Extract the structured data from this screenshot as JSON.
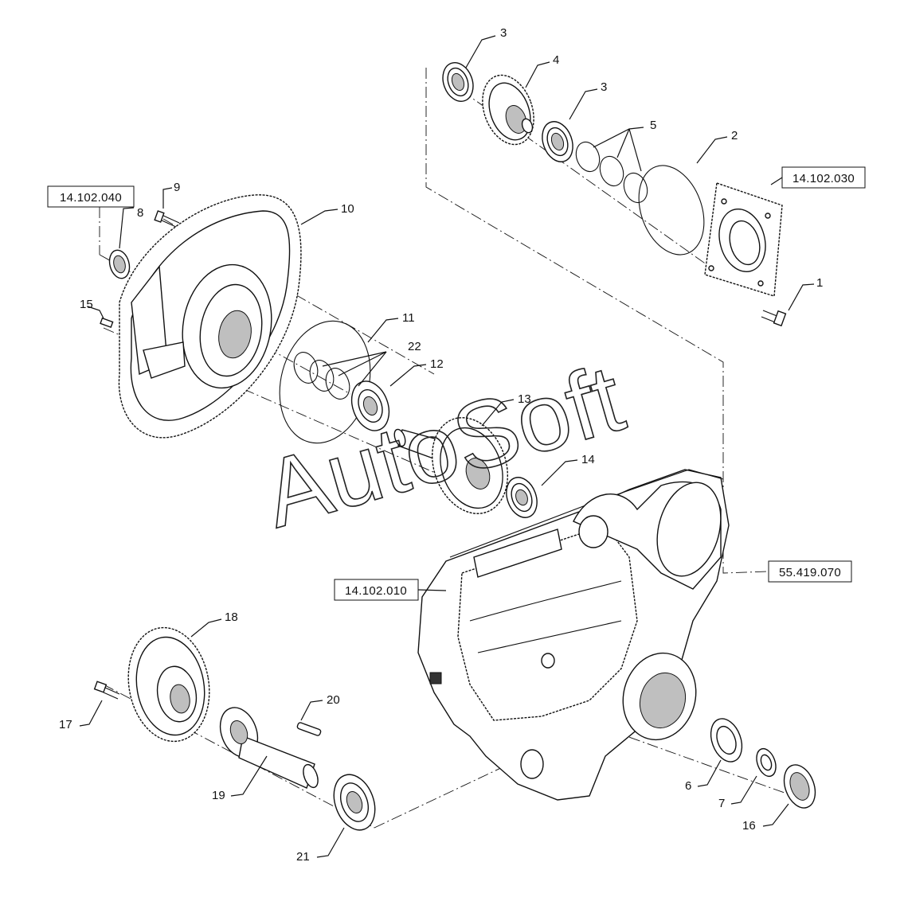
{
  "watermark": "AutoSoft",
  "references": {
    "r_040": "14.102.040",
    "r_030": "14.102.030",
    "r_010": "14.102.010",
    "r_070": "55.419.070"
  },
  "callouts": {
    "c1": "1",
    "c2": "2",
    "c3a": "3",
    "c3b": "3",
    "c4": "4",
    "c5": "5",
    "c6": "6",
    "c7": "7",
    "c8": "8",
    "c9": "9",
    "c10": "10",
    "c11": "11",
    "c12": "12",
    "c13": "13",
    "c14": "14",
    "c15": "15",
    "c16": "16",
    "c17": "17",
    "c18": "18",
    "c19": "19",
    "c20": "20",
    "c21": "21",
    "c22": "22"
  }
}
